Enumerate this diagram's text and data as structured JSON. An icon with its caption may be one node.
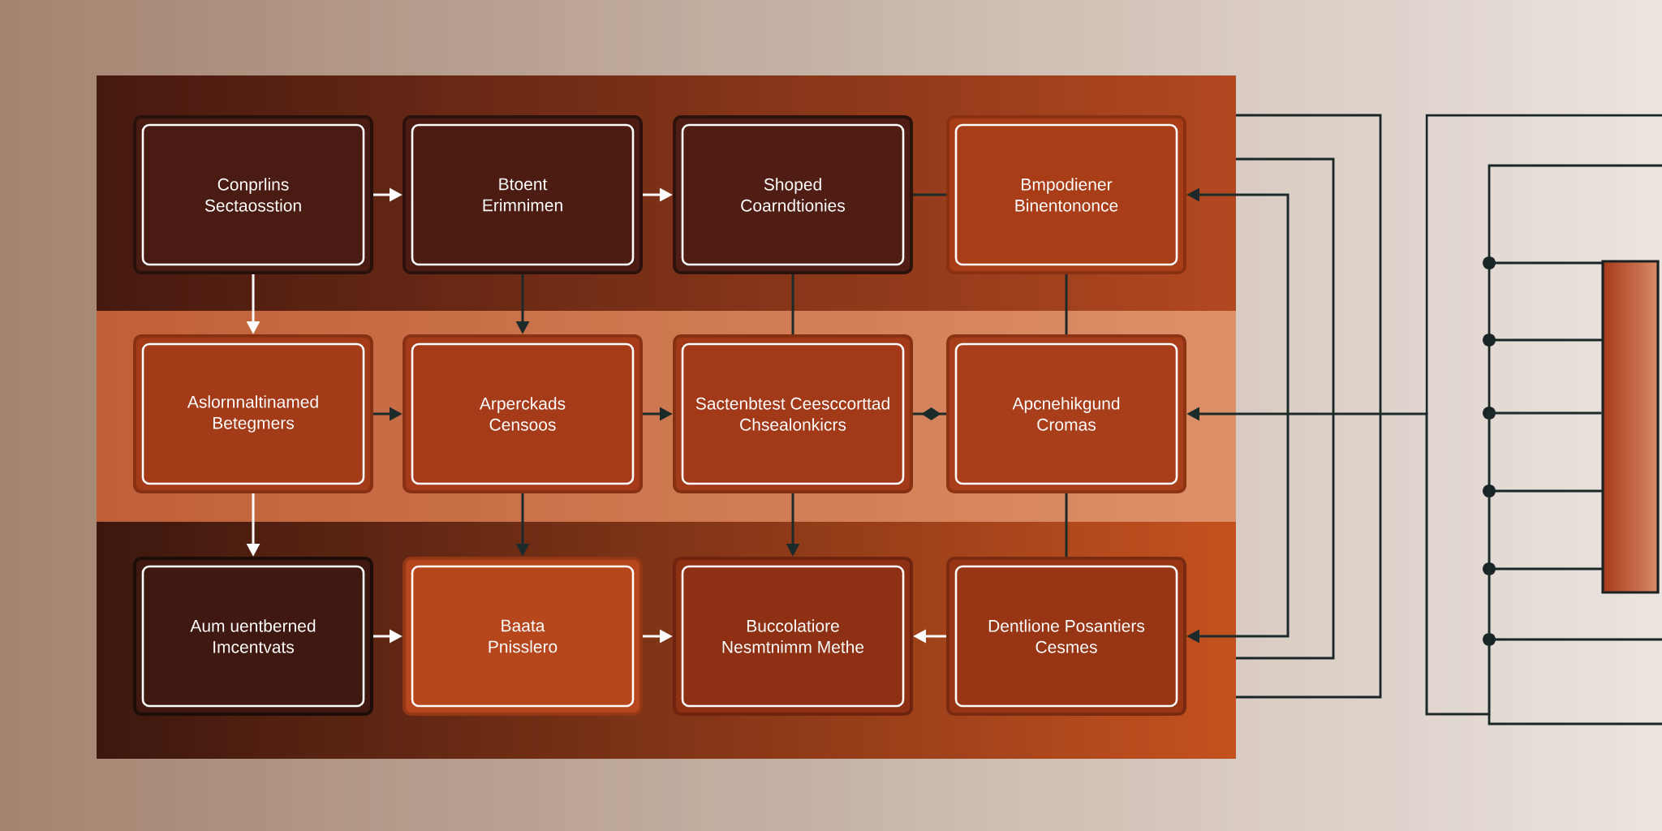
{
  "diagram": {
    "nodes": [
      {
        "text": [
          "Conprlins Sectaosstion"
        ]
      },
      {
        "text": [
          "Btoent Erimnimen"
        ]
      },
      {
        "text": [
          "Shoped Coarndtionies"
        ]
      },
      {
        "text": [
          "Bmpodiener Binentononce"
        ]
      },
      {
        "text": [
          "Aslornnaltinamed Betegmers"
        ]
      },
      {
        "text": [
          "Arperckads Censoos"
        ]
      },
      {
        "text": [
          "Sactenbtest Ceesccorttad Chsealonkicrs"
        ]
      },
      {
        "text": [
          "Apcnehikgund Cromas"
        ]
      },
      {
        "text": [
          "Aum uentberned Imcentvats"
        ]
      },
      {
        "text": [
          "Baata Pnisslero"
        ]
      },
      {
        "text": [
          "Buccolatiore Nesmtnimm Methe"
        ]
      },
      {
        "text": [
          "Dentlione Posantiers Cesmes"
        ]
      },
      {
        "text": [],
        "shape": "box"
      }
    ],
    "edges": [
      {
        "from": 0,
        "to": 1,
        "arrow": "to",
        "color": "#ffffff"
      },
      {
        "from": 1,
        "to": 2,
        "arrow": "to",
        "color": "#ffffff"
      },
      {
        "from": 2,
        "to": 3,
        "arrow": "none"
      },
      {
        "from": 0,
        "to": 4,
        "arrow": "to",
        "color": "#ffffff"
      },
      {
        "from": 1,
        "to": 5,
        "arrow": "to"
      },
      {
        "from": 2,
        "to": 6,
        "arrow": "none"
      },
      {
        "from": 3,
        "to": 7,
        "arrow": "none"
      },
      {
        "from": 4,
        "to": 5,
        "arrow": "to"
      },
      {
        "from": 5,
        "to": 6,
        "arrow": "to"
      },
      {
        "from": 6,
        "to": 7,
        "arrow": "other"
      },
      {
        "from": 12,
        "to": 7,
        "arrow": "to"
      },
      {
        "from": 4,
        "to": 8,
        "arrow": "to",
        "color": "#ffffff"
      },
      {
        "from": 5,
        "to": 9,
        "arrow": "to"
      },
      {
        "from": 6,
        "to": 10,
        "arrow": "to"
      },
      {
        "from": 7,
        "to": 11,
        "arrow": "none"
      },
      {
        "from": 8,
        "to": 9,
        "arrow": "to",
        "color": "#ffffff"
      },
      {
        "from": 9,
        "to": 10,
        "arrow": "to",
        "color": "#ffffff"
      },
      {
        "from": 11,
        "to": 10,
        "arrow": "to",
        "color": "#ffffff"
      },
      {
        "from": 3,
        "to": 11,
        "arrow": "both"
      }
    ]
  }
}
